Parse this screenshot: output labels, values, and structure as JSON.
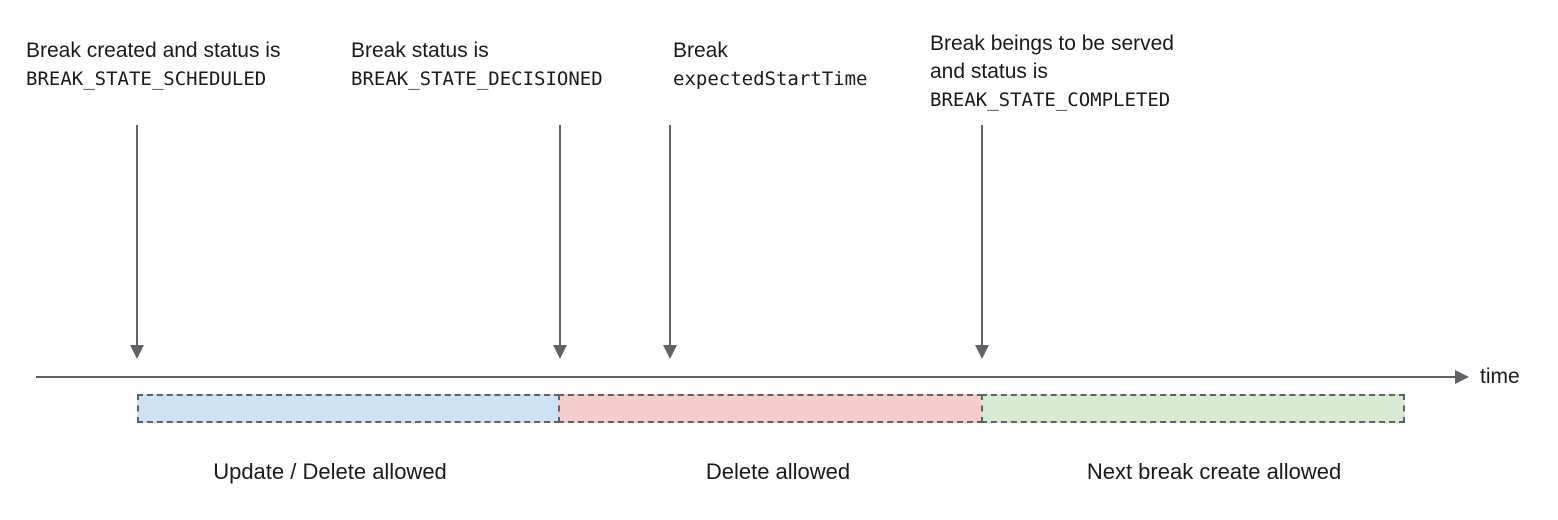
{
  "diagram": {
    "annotations": [
      {
        "line1": "Break created and status is",
        "code": "BREAK_STATE_SCHEDULED"
      },
      {
        "line1": "Break status is",
        "code": "BREAK_STATE_DECISIONED"
      },
      {
        "line1": "Break",
        "code": "expectedStartTime"
      },
      {
        "line1": "Break beings to be served",
        "line2": "and status is",
        "code": "BREAK_STATE_COMPLETED"
      }
    ],
    "timeline": {
      "axis_label": "time"
    },
    "segments": [
      {
        "label": "Update / Delete allowed",
        "fill": "#cfe2f3"
      },
      {
        "label": "Delete allowed",
        "fill": "#f4cccc"
      },
      {
        "label": "Next break create allowed",
        "fill": "#d9ead3"
      }
    ],
    "colors": {
      "arrow_line": "#5f6368",
      "dashed_border": "#616161",
      "text": "#1a1a1a"
    }
  }
}
